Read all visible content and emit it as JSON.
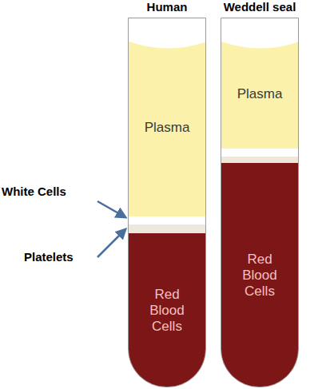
{
  "diagram": {
    "nodes": [
      {
        "text": [
          "Human"
        ]
      },
      {
        "text": [
          "Plasma"
        ],
        "in": 0
      },
      {
        "text": [
          "Red Blood Cells"
        ],
        "in": 0
      },
      {
        "text": [
          "Weddell seal"
        ]
      },
      {
        "text": [
          "Plasma"
        ],
        "in": 3
      },
      {
        "text": [
          "Red Blood Cells"
        ],
        "in": 3
      }
    ],
    "labels": [
      "White Cells",
      "Platelets"
    ]
  }
}
